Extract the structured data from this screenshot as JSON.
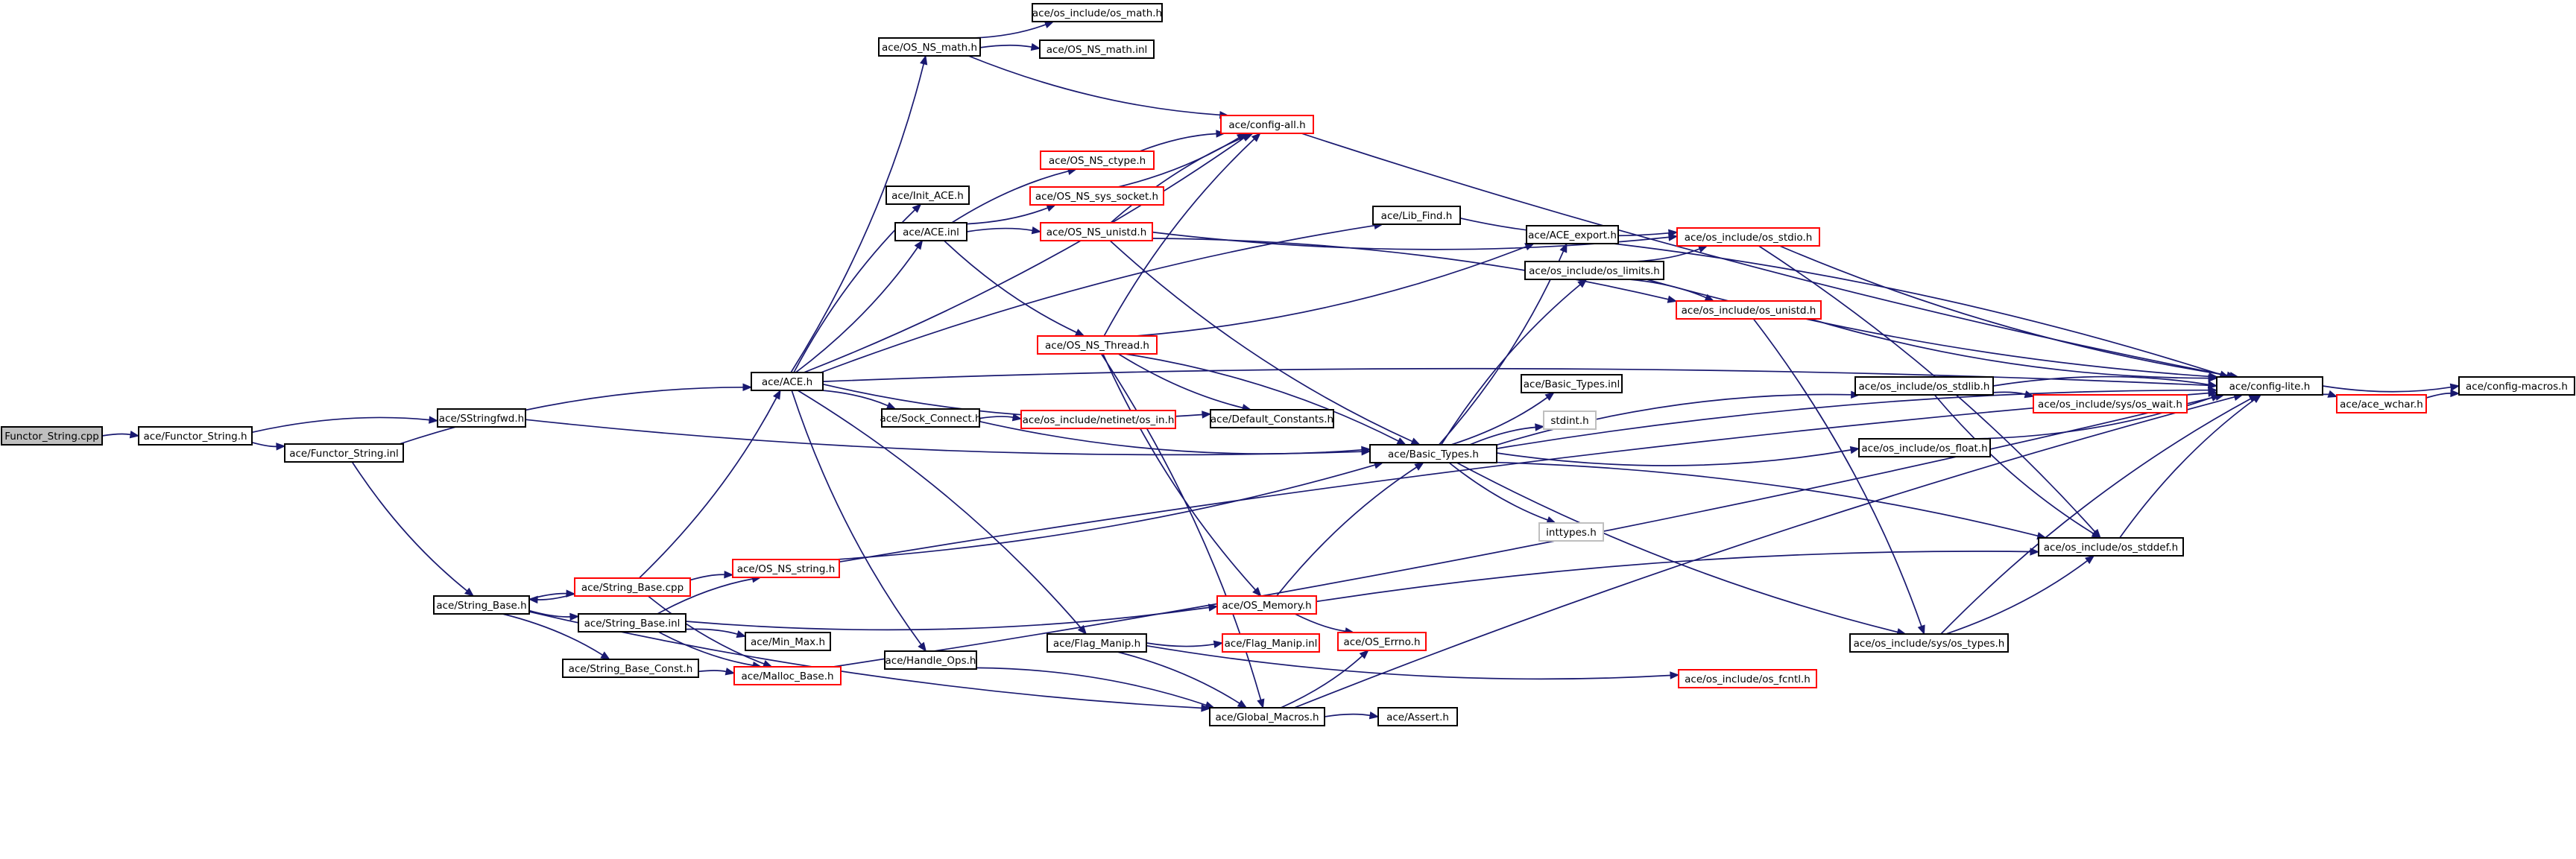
{
  "diagram": {
    "kind": "include-dependency-graph",
    "root": "n0",
    "colors": {
      "edge": "#191970",
      "node_border": "#000000",
      "node_border_truncated": "#ff0000",
      "node_border_leaf": "#bfbfbf",
      "root_fill": "#bfbfbf",
      "node_fill": "#ffffff",
      "text": "#000000"
    },
    "nodes": [
      {
        "id": "n0",
        "label": "Functor_String.cpp",
        "style": "root"
      },
      {
        "id": "n1",
        "label": "ace/Functor_String.h",
        "style": "normal"
      },
      {
        "id": "n2",
        "label": "ace/Functor_String.inl",
        "style": "normal"
      },
      {
        "id": "n3",
        "label": "ace/SStringfwd.h",
        "style": "normal"
      },
      {
        "id": "n4",
        "label": "ace/String_Base.h",
        "style": "normal"
      },
      {
        "id": "n5",
        "label": "ace/ACE.h",
        "style": "normal"
      },
      {
        "id": "n6",
        "label": "ace/String_Base.cpp",
        "style": "truncated"
      },
      {
        "id": "n7",
        "label": "ace/String_Base.inl",
        "style": "normal"
      },
      {
        "id": "n8",
        "label": "ace/String_Base_Const.h",
        "style": "normal"
      },
      {
        "id": "n9",
        "label": "ace/OS_NS_math.h",
        "style": "normal"
      },
      {
        "id": "n10",
        "label": "ace/Init_ACE.h",
        "style": "normal"
      },
      {
        "id": "n11",
        "label": "ace/ACE.inl",
        "style": "normal"
      },
      {
        "id": "n12",
        "label": "ace/Sock_Connect.h",
        "style": "normal"
      },
      {
        "id": "n13",
        "label": "ace/Handle_Ops.h",
        "style": "normal"
      },
      {
        "id": "n14",
        "label": "ace/OS_NS_string.h",
        "style": "truncated"
      },
      {
        "id": "n15",
        "label": "ace/Malloc_Base.h",
        "style": "truncated"
      },
      {
        "id": "n16",
        "label": "ace/Min_Max.h",
        "style": "normal"
      },
      {
        "id": "n17",
        "label": "ace/os_include/os_math.h",
        "style": "normal"
      },
      {
        "id": "n18",
        "label": "ace/OS_NS_math.inl",
        "style": "normal"
      },
      {
        "id": "n19",
        "label": "ace/config-all.h",
        "style": "truncated"
      },
      {
        "id": "n20",
        "label": "ace/OS_NS_ctype.h",
        "style": "truncated"
      },
      {
        "id": "n21",
        "label": "ace/OS_NS_sys_socket.h",
        "style": "truncated"
      },
      {
        "id": "n22",
        "label": "ace/OS_NS_unistd.h",
        "style": "truncated"
      },
      {
        "id": "n23",
        "label": "ace/OS_NS_Thread.h",
        "style": "truncated"
      },
      {
        "id": "n24",
        "label": "ace/os_include/netinet/os_in.h",
        "style": "truncated"
      },
      {
        "id": "n25",
        "label": "ace/OS_Memory.h",
        "style": "truncated"
      },
      {
        "id": "n26",
        "label": "ace/Flag_Manip.h",
        "style": "normal"
      },
      {
        "id": "n27",
        "label": "ace/Flag_Manip.inl",
        "style": "truncated"
      },
      {
        "id": "n28",
        "label": "ace/Global_Macros.h",
        "style": "normal"
      },
      {
        "id": "n29",
        "label": "ace/Lib_Find.h",
        "style": "normal"
      },
      {
        "id": "n30",
        "label": "ace/Default_Constants.h",
        "style": "normal"
      },
      {
        "id": "n31",
        "label": "ace/OS_Errno.h",
        "style": "truncated"
      },
      {
        "id": "n32",
        "label": "ace/Assert.h",
        "style": "normal"
      },
      {
        "id": "n33",
        "label": "ace/ACE_export.h",
        "style": "normal"
      },
      {
        "id": "n34",
        "label": "ace/os_include/os_limits.h",
        "style": "normal"
      },
      {
        "id": "n35",
        "label": "ace/Basic_Types.inl",
        "style": "normal"
      },
      {
        "id": "n36",
        "label": "stdint.h",
        "style": "leaf"
      },
      {
        "id": "n37",
        "label": "ace/Basic_Types.h",
        "style": "normal"
      },
      {
        "id": "n38",
        "label": "inttypes.h",
        "style": "leaf"
      },
      {
        "id": "n39",
        "label": "ace/os_include/os_fcntl.h",
        "style": "truncated"
      },
      {
        "id": "n40",
        "label": "ace/os_include/os_stdio.h",
        "style": "truncated"
      },
      {
        "id": "n41",
        "label": "ace/os_include/os_unistd.h",
        "style": "truncated"
      },
      {
        "id": "n42",
        "label": "ace/os_include/os_stdlib.h",
        "style": "normal"
      },
      {
        "id": "n43",
        "label": "ace/os_include/os_float.h",
        "style": "normal"
      },
      {
        "id": "n44",
        "label": "ace/os_include/sys/os_wait.h",
        "style": "truncated"
      },
      {
        "id": "n45",
        "label": "ace/os_include/os_stddef.h",
        "style": "normal"
      },
      {
        "id": "n46",
        "label": "ace/os_include/sys/os_types.h",
        "style": "normal"
      },
      {
        "id": "n47",
        "label": "ace/config-lite.h",
        "style": "normal"
      },
      {
        "id": "n48",
        "label": "ace/ace_wchar.h",
        "style": "truncated"
      },
      {
        "id": "n49",
        "label": "ace/config-macros.h",
        "style": "normal"
      }
    ],
    "edges": [
      [
        "n0",
        "n1"
      ],
      [
        "n1",
        "n2"
      ],
      [
        "n1",
        "n3"
      ],
      [
        "n2",
        "n4"
      ],
      [
        "n2",
        "n5"
      ],
      [
        "n3",
        "n37"
      ],
      [
        "n4",
        "n6"
      ],
      [
        "n4",
        "n7"
      ],
      [
        "n4",
        "n8"
      ],
      [
        "n4",
        "n28"
      ],
      [
        "n6",
        "n4"
      ],
      [
        "n6",
        "n5"
      ],
      [
        "n6",
        "n14"
      ],
      [
        "n6",
        "n15"
      ],
      [
        "n7",
        "n14"
      ],
      [
        "n7",
        "n15"
      ],
      [
        "n7",
        "n16"
      ],
      [
        "n7",
        "n25"
      ],
      [
        "n8",
        "n15"
      ],
      [
        "n5",
        "n9"
      ],
      [
        "n5",
        "n10"
      ],
      [
        "n5",
        "n11"
      ],
      [
        "n5",
        "n12"
      ],
      [
        "n5",
        "n13"
      ],
      [
        "n5",
        "n26"
      ],
      [
        "n5",
        "n19"
      ],
      [
        "n5",
        "n29"
      ],
      [
        "n5",
        "n30"
      ],
      [
        "n5",
        "n47"
      ],
      [
        "n9",
        "n17"
      ],
      [
        "n9",
        "n18"
      ],
      [
        "n9",
        "n19"
      ],
      [
        "n11",
        "n20"
      ],
      [
        "n11",
        "n21"
      ],
      [
        "n11",
        "n22"
      ],
      [
        "n11",
        "n23"
      ],
      [
        "n20",
        "n19"
      ],
      [
        "n21",
        "n19"
      ],
      [
        "n22",
        "n19"
      ],
      [
        "n22",
        "n40"
      ],
      [
        "n22",
        "n41"
      ],
      [
        "n22",
        "n37"
      ],
      [
        "n23",
        "n19"
      ],
      [
        "n23",
        "n30"
      ],
      [
        "n23",
        "n37"
      ],
      [
        "n23",
        "n25"
      ],
      [
        "n23",
        "n28"
      ],
      [
        "n23",
        "n33"
      ],
      [
        "n12",
        "n24"
      ],
      [
        "n12",
        "n37"
      ],
      [
        "n13",
        "n28"
      ],
      [
        "n14",
        "n37"
      ],
      [
        "n14",
        "n47"
      ],
      [
        "n15",
        "n47"
      ],
      [
        "n25",
        "n37"
      ],
      [
        "n25",
        "n31"
      ],
      [
        "n25",
        "n45"
      ],
      [
        "n26",
        "n27"
      ],
      [
        "n26",
        "n28"
      ],
      [
        "n26",
        "n39"
      ],
      [
        "n28",
        "n32"
      ],
      [
        "n28",
        "n31"
      ],
      [
        "n28",
        "n47"
      ],
      [
        "n29",
        "n40"
      ],
      [
        "n33",
        "n47"
      ],
      [
        "n37",
        "n33"
      ],
      [
        "n37",
        "n34"
      ],
      [
        "n37",
        "n35"
      ],
      [
        "n37",
        "n36"
      ],
      [
        "n37",
        "n38"
      ],
      [
        "n37",
        "n42"
      ],
      [
        "n37",
        "n43"
      ],
      [
        "n37",
        "n45"
      ],
      [
        "n37",
        "n46"
      ],
      [
        "n37",
        "n47"
      ],
      [
        "n34",
        "n40"
      ],
      [
        "n34",
        "n41"
      ],
      [
        "n34",
        "n47"
      ],
      [
        "n40",
        "n45"
      ],
      [
        "n40",
        "n47"
      ],
      [
        "n41",
        "n46"
      ],
      [
        "n41",
        "n47"
      ],
      [
        "n42",
        "n44"
      ],
      [
        "n42",
        "n45"
      ],
      [
        "n42",
        "n47"
      ],
      [
        "n43",
        "n47"
      ],
      [
        "n45",
        "n47"
      ],
      [
        "n46",
        "n45"
      ],
      [
        "n46",
        "n47"
      ],
      [
        "n19",
        "n47"
      ],
      [
        "n47",
        "n48"
      ],
      [
        "n47",
        "n49"
      ],
      [
        "n48",
        "n49"
      ]
    ]
  }
}
